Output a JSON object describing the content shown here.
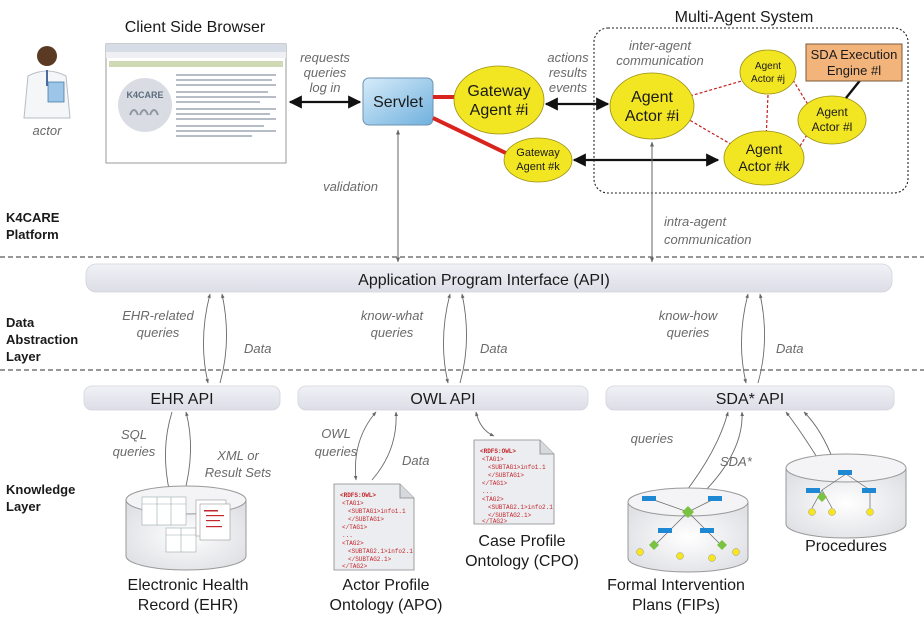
{
  "colors": {
    "agent_fill": "#f2e622",
    "sda_engine_fill": "#f3b47c",
    "servlet_fill": "#8cc3e6",
    "api_bar_fill": "#e6e7ee",
    "red_link": "#d8241c",
    "red_dashed": "#c62020",
    "thin_arrow": "#6a6a6a",
    "ontology_tag": "#c1272d"
  },
  "top": {
    "client_browser_title": "Client Side Browser",
    "actor_label": "actor",
    "browser_logo_text": "K4CARE",
    "requests_label": [
      "requests",
      "queries",
      "log in"
    ],
    "servlet_label": "Servlet",
    "gateway_i": [
      "Gateway",
      "Agent #i"
    ],
    "gateway_k": [
      "Gateway",
      "Agent #k"
    ],
    "actions_label": [
      "actions",
      "results",
      "events"
    ],
    "validation_label": "validation",
    "mas_title": "Multi-Agent System",
    "inter_agent_label": [
      "inter-agent",
      "communication"
    ],
    "agent_actor_i": [
      "Agent",
      "Actor #i"
    ],
    "agent_actor_j": [
      "Agent",
      "Actor #j"
    ],
    "agent_actor_k": [
      "Agent",
      "Actor #k"
    ],
    "agent_actor_l": [
      "Agent",
      "Actor #l"
    ],
    "sda_engine": [
      "SDA Execution",
      "Engine #l"
    ],
    "intra_agent_label": [
      "intra-agent",
      "communication"
    ]
  },
  "layers": {
    "platform": [
      "K4CARE",
      "Platform"
    ],
    "data_abstraction": [
      "Data",
      "Abstraction",
      "Layer"
    ],
    "knowledge": [
      "Knowledge",
      "Layer"
    ]
  },
  "middle": {
    "api_bar": "Application Program Interface (API)",
    "ehr_queries": [
      "EHR-related",
      "queries"
    ],
    "know_what": [
      "know-what",
      "queries"
    ],
    "know_how": [
      "know-how",
      "queries"
    ],
    "data_label": "Data"
  },
  "bottom": {
    "ehr_api": "EHR API",
    "owl_api": "OWL API",
    "sda_api": "SDA* API",
    "sql_queries": [
      "SQL",
      "queries"
    ],
    "xml_result": [
      "XML or",
      "Result Sets"
    ],
    "owl_queries": [
      "OWL",
      "queries"
    ],
    "data_label": "Data",
    "queries_label": "queries",
    "sda_label": "SDA*",
    "ehr_title": [
      "Electronic Health",
      "Record (EHR)"
    ],
    "apo_title": [
      "Actor Profile",
      "Ontology (APO)"
    ],
    "cpo_title": [
      "Case Profile",
      "Ontology (CPO)"
    ],
    "fip_title": [
      "Formal Intervention",
      "Plans (FIPs)"
    ],
    "procedures_title": "Procedures",
    "owl_doc_lines": [
      "<RDFS:OWL>",
      "<TAG1>",
      "<SUBTAG1>info1.1",
      "</SUBTAG1>",
      "</TAG1>",
      "...",
      "<TAG2>",
      "<SUBTAG2.1>info2.1",
      "</SUBTAG2.1>",
      "</TAG2>"
    ]
  }
}
